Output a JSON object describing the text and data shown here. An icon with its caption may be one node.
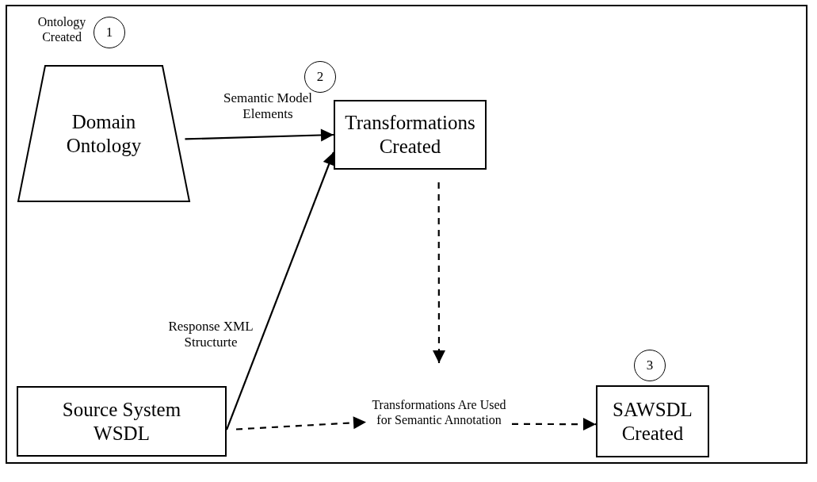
{
  "diagram": {
    "nodes": [
      {
        "text": [
          "1"
        ],
        "beside": [
          "Ontology Created"
        ]
      },
      {
        "text": [
          "Domain Ontology"
        ]
      },
      {
        "text": [
          "2"
        ]
      },
      {
        "text": [
          "Transformations Created"
        ]
      },
      {
        "text": [
          "Source System WSDL"
        ]
      },
      {
        "text": [
          "Transformations Are Used for Semantic Annotation"
        ]
      },
      {
        "text": [
          "3"
        ]
      },
      {
        "text": [
          "SAWSDL Created"
        ]
      }
    ],
    "edges": [
      {
        "from": 1,
        "to": 3,
        "arrow": "to",
        "label": "Semantic Model Elements"
      },
      {
        "from": 4,
        "to": 3,
        "arrow": "to",
        "label": "Response XML Structurte"
      },
      {
        "from": 3,
        "to": 5,
        "arrow": "to",
        "style": "dashed"
      },
      {
        "from": 4,
        "to": 5,
        "arrow": "to",
        "style": "dashed"
      },
      {
        "from": 5,
        "to": 7,
        "arrow": "to",
        "style": "dashed"
      }
    ]
  }
}
